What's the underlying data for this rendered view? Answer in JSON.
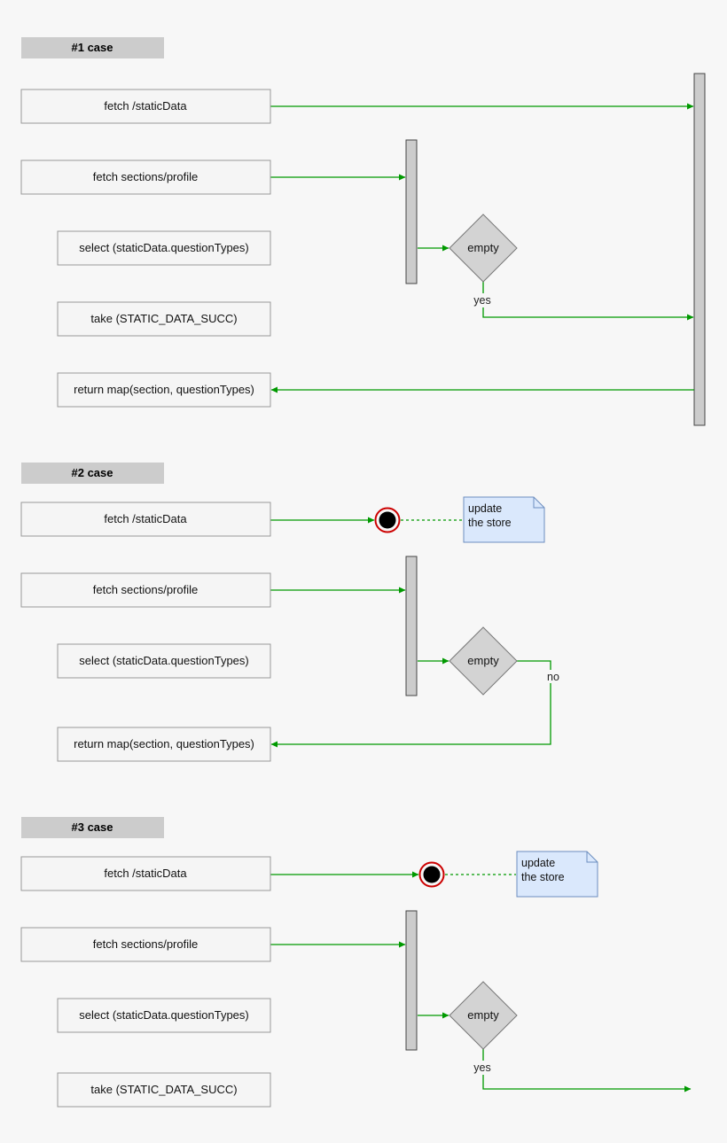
{
  "diagram": {
    "background": "#f7f7f7",
    "colors": {
      "arrow_green": "#009900",
      "box_fill": "#f5f5f5",
      "box_stroke": "#999999",
      "activity_bar_fill": "#cccccc",
      "diamond_fill": "#d3d3d3",
      "case_title_fill": "#cccccc",
      "note_fill": "#dae8fc",
      "note_stroke": "#6c8ebf",
      "final_state_dot": "#000000",
      "final_state_ring": "#cc0000"
    },
    "cases": [
      {
        "title": "#1 case",
        "steps": [
          "fetch /staticData",
          "fetch sections/profile",
          "select (staticData.questionTypes)",
          "take (STATIC_DATA_SUCC)",
          "return map(section, questionTypes)"
        ],
        "decision": "empty",
        "branch_label": "yes"
      },
      {
        "title": "#2 case",
        "steps": [
          "fetch /staticData",
          "fetch sections/profile",
          "select (staticData.questionTypes)",
          "return map(section, questionTypes)"
        ],
        "decision": "empty",
        "branch_label": "no",
        "note": [
          "update",
          "the store"
        ]
      },
      {
        "title": "#3 case",
        "steps": [
          "fetch /staticData",
          "fetch sections/profile",
          "select (staticData.questionTypes)",
          "take (STATIC_DATA_SUCC)"
        ],
        "decision": "empty",
        "branch_label": "yes",
        "note": [
          "update",
          "the store"
        ]
      }
    ]
  }
}
